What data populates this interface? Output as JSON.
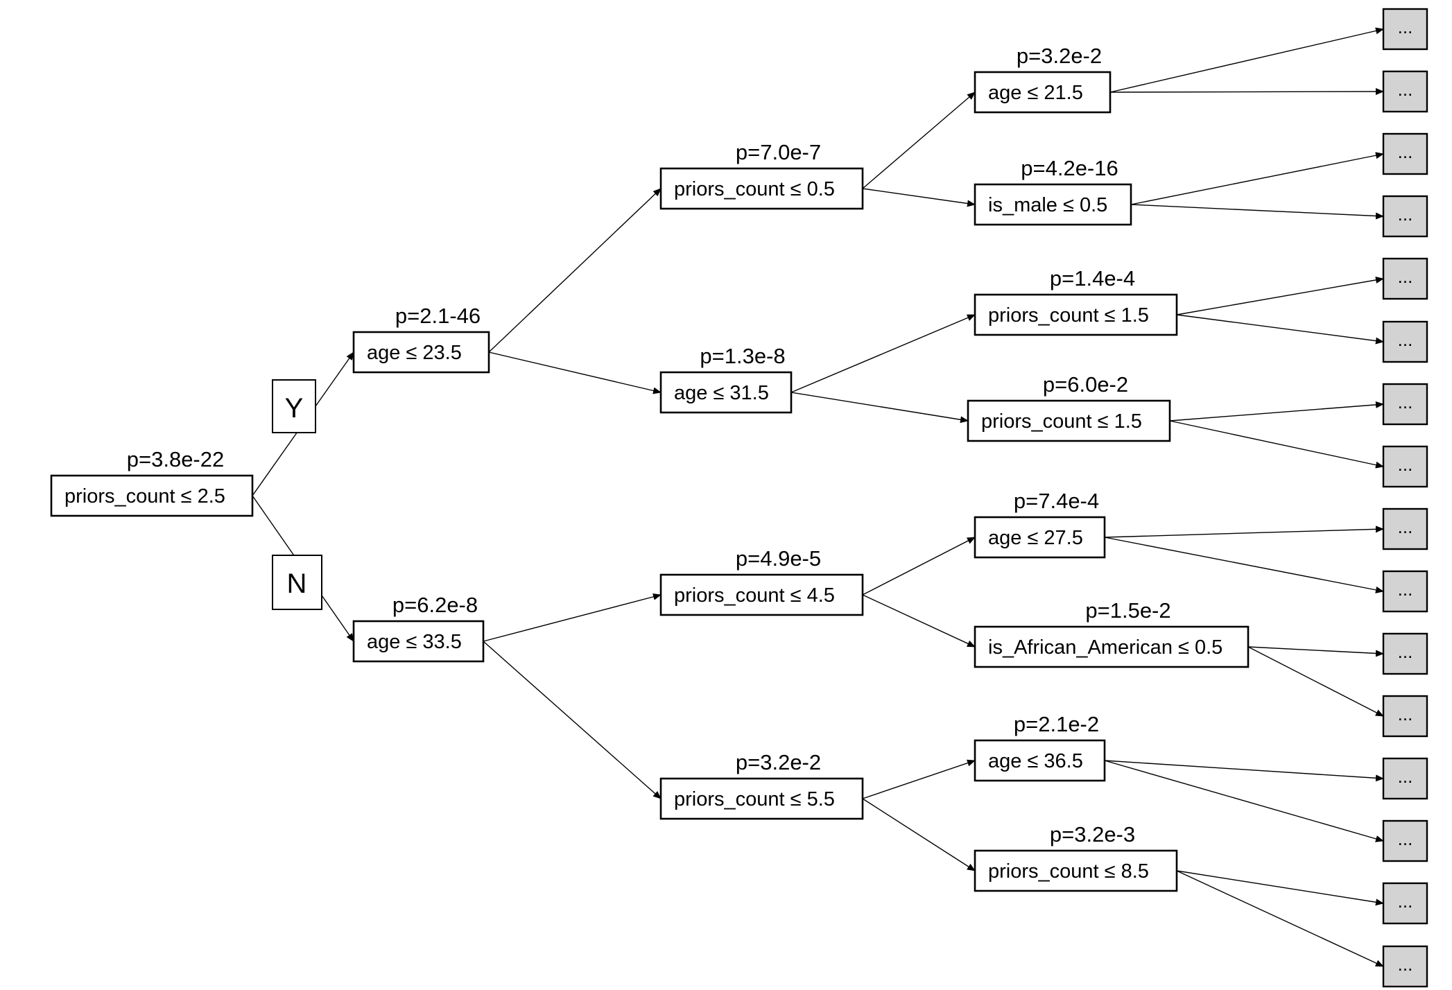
{
  "tree": {
    "branch_labels": {
      "yes": "Y",
      "no": "N"
    },
    "leaf_label": "...",
    "nodes": [
      {
        "id": "n0",
        "label": "priors_count ≤ 2.5",
        "p": "p=3.8e-22"
      },
      {
        "id": "n1",
        "label": "age ≤ 23.5",
        "p": "p=2.1-46"
      },
      {
        "id": "n2",
        "label": "age ≤ 33.5",
        "p": "p=6.2e-8"
      },
      {
        "id": "n3",
        "label": "priors_count ≤ 0.5",
        "p": "p=7.0e-7"
      },
      {
        "id": "n4",
        "label": "age ≤ 31.5",
        "p": "p=1.3e-8"
      },
      {
        "id": "n5",
        "label": "priors_count ≤ 4.5",
        "p": "p=4.9e-5"
      },
      {
        "id": "n6",
        "label": "priors_count ≤ 5.5",
        "p": "p=3.2e-2"
      },
      {
        "id": "n7",
        "label": "age ≤ 21.5",
        "p": "p=3.2e-2"
      },
      {
        "id": "n8",
        "label": "is_male ≤ 0.5",
        "p": "p=4.2e-16"
      },
      {
        "id": "n9",
        "label": "priors_count ≤ 1.5",
        "p": "p=1.4e-4"
      },
      {
        "id": "n10",
        "label": "priors_count ≤ 1.5",
        "p": "p=6.0e-2"
      },
      {
        "id": "n11",
        "label": "age ≤ 27.5",
        "p": "p=7.4e-4"
      },
      {
        "id": "n12",
        "label": "is_African_American ≤ 0.5",
        "p": "p=1.5e-2"
      },
      {
        "id": "n13",
        "label": "age ≤ 36.5",
        "p": "p=2.1e-2"
      },
      {
        "id": "n14",
        "label": "priors_count ≤ 8.5",
        "p": "p=3.2e-3"
      }
    ],
    "edges": [
      [
        "n0",
        "n1"
      ],
      [
        "n0",
        "n2"
      ],
      [
        "n1",
        "n3"
      ],
      [
        "n1",
        "n4"
      ],
      [
        "n2",
        "n5"
      ],
      [
        "n2",
        "n6"
      ],
      [
        "n3",
        "n7"
      ],
      [
        "n3",
        "n8"
      ],
      [
        "n4",
        "n9"
      ],
      [
        "n4",
        "n10"
      ],
      [
        "n5",
        "n11"
      ],
      [
        "n5",
        "n12"
      ],
      [
        "n6",
        "n13"
      ],
      [
        "n6",
        "n14"
      ],
      [
        "n7",
        "L0"
      ],
      [
        "n7",
        "L1"
      ],
      [
        "n8",
        "L2"
      ],
      [
        "n8",
        "L3"
      ],
      [
        "n9",
        "L4"
      ],
      [
        "n9",
        "L5"
      ],
      [
        "n10",
        "L6"
      ],
      [
        "n10",
        "L7"
      ],
      [
        "n11",
        "L8"
      ],
      [
        "n11",
        "L9"
      ],
      [
        "n12",
        "L10"
      ],
      [
        "n12",
        "L11"
      ],
      [
        "n13",
        "L12"
      ],
      [
        "n13",
        "L13"
      ],
      [
        "n14",
        "L14"
      ],
      [
        "n14",
        "L15"
      ]
    ]
  }
}
